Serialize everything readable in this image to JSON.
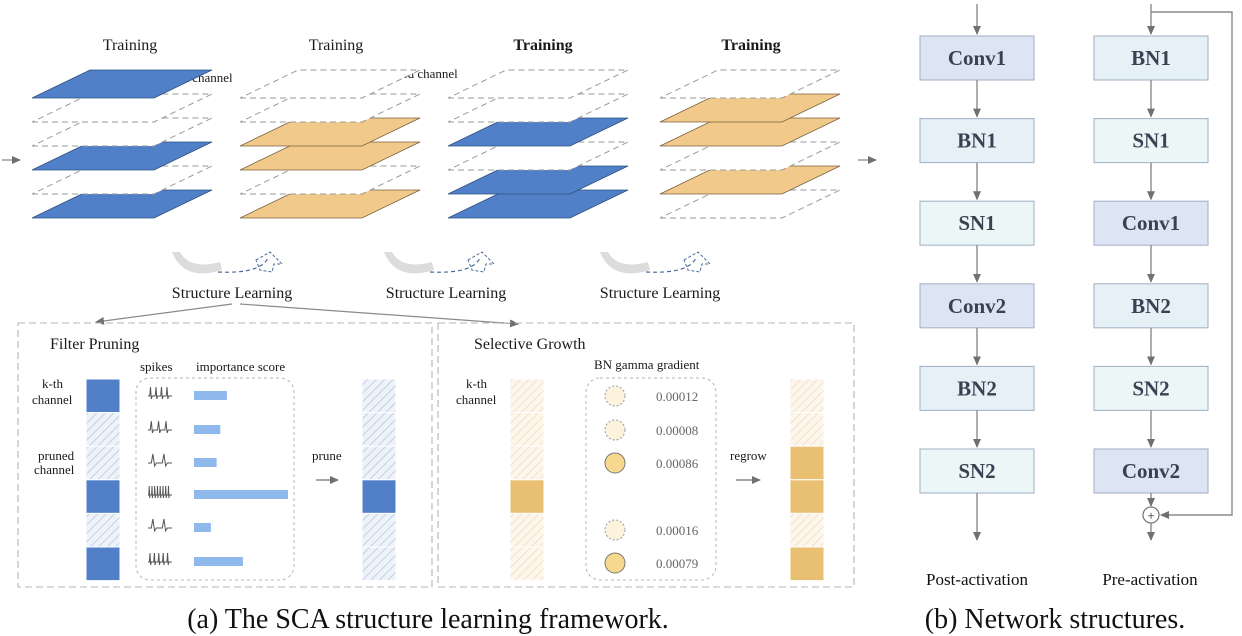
{
  "colors": {
    "blue": "#5180c8",
    "orange": "#f1c98a",
    "orange_dark": "#e9bf72",
    "orange_faint": "#fbeedd",
    "hatch_blue": "#c9d6ea",
    "bar_blue": "#8fb8ec",
    "conv_fill": "#dde4f4",
    "bn_fill": "#e5f1f6",
    "sn_fill": "#eaf7f6",
    "circle_fill": "#f6d98e",
    "circle_faint": "#fdf3dd"
  },
  "panel_a": {
    "stages": [
      {
        "title": "Training",
        "bold": false,
        "label": "k-th channel",
        "layers": [
          "blue",
          "empty",
          "empty",
          "blue",
          "empty",
          "blue"
        ]
      },
      {
        "title": "Training",
        "bold": false,
        "label": "pruned channel",
        "layers": [
          "empty",
          "empty",
          "orange",
          "orange",
          "empty",
          "orange"
        ]
      },
      {
        "title": "Training",
        "bold": true,
        "label": "",
        "layers": [
          "empty",
          "empty",
          "blue",
          "empty",
          "blue",
          "blue"
        ]
      },
      {
        "title": "Training",
        "bold": true,
        "label": "",
        "layers": [
          "empty",
          "orange",
          "orange",
          "empty",
          "orange",
          "empty"
        ]
      }
    ],
    "structure_learning_labels": [
      "Structure Learning",
      "Structure Learning",
      "Structure Learning"
    ],
    "filter_pruning": {
      "title": "Filter Pruning",
      "label_kth": "k-th channel",
      "label_pruned": "pruned channel",
      "spikes_header": "spikes",
      "score_header": "importance score",
      "action": "prune",
      "before": [
        "blue",
        "hatch",
        "hatch",
        "blue",
        "hatch",
        "blue"
      ],
      "scores": [
        0.35,
        0.28,
        0.24,
        1.0,
        0.18,
        0.52
      ],
      "spike_counts": [
        4,
        3,
        2,
        8,
        2,
        5
      ],
      "after": [
        "hatch",
        "hatch",
        "hatch",
        "blue",
        "hatch",
        "hatch"
      ]
    },
    "selective_growth": {
      "title": "Selective Growth",
      "label_kth": "k-th channel",
      "gradient_header": "BN gamma gradient",
      "action": "regrow",
      "before": [
        "faint",
        "faint",
        "faint",
        "orange",
        "faint",
        "faint"
      ],
      "gradients": [
        {
          "value": "0.00012",
          "selected": false
        },
        {
          "value": "0.00008",
          "selected": false
        },
        {
          "value": "0.00086",
          "selected": true
        },
        {
          "value": "0.00016",
          "selected": false
        },
        {
          "value": "0.00079",
          "selected": true
        }
      ],
      "after": [
        "faint",
        "faint",
        "orange",
        "orange",
        "faint",
        "orange"
      ]
    },
    "caption": "(a) The SCA structure learning framework."
  },
  "panel_b": {
    "post_activation": {
      "label": "Post-activation",
      "blocks": [
        {
          "text": "Conv1",
          "kind": "conv"
        },
        {
          "text": "BN1",
          "kind": "bn"
        },
        {
          "text": "SN1",
          "kind": "sn"
        },
        {
          "text": "Conv2",
          "kind": "conv"
        },
        {
          "text": "BN2",
          "kind": "bn"
        },
        {
          "text": "SN2",
          "kind": "sn"
        }
      ]
    },
    "pre_activation": {
      "label": "Pre-activation",
      "sum_symbol": "+",
      "blocks": [
        {
          "text": "BN1",
          "kind": "bn"
        },
        {
          "text": "SN1",
          "kind": "sn"
        },
        {
          "text": "Conv1",
          "kind": "conv"
        },
        {
          "text": "BN2",
          "kind": "bn"
        },
        {
          "text": "SN2",
          "kind": "sn"
        },
        {
          "text": "Conv2",
          "kind": "conv"
        }
      ]
    },
    "caption": "(b) Network structures."
  }
}
